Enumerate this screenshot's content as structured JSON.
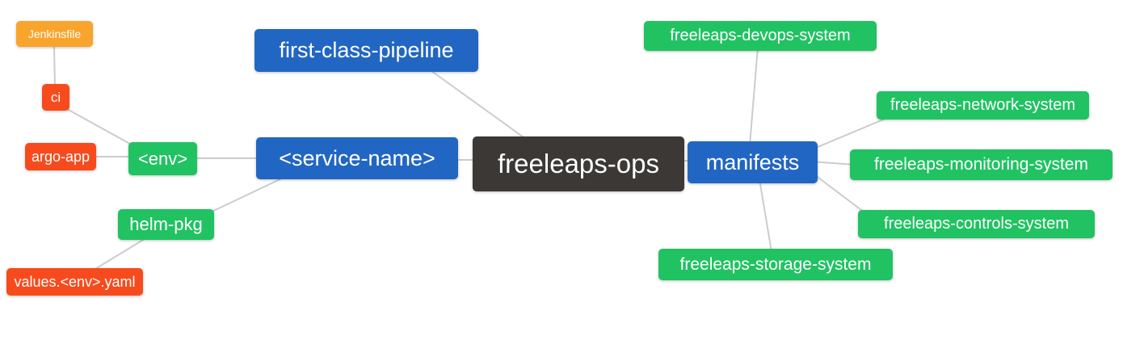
{
  "diagram": {
    "type": "mindmap",
    "root": "freeleaps-ops",
    "nodes": {
      "jenkinsfile": {
        "label": "Jenkinsfile",
        "color": "#f9a42c"
      },
      "ci": {
        "label": "ci",
        "color": "#f74b1d"
      },
      "argo_app": {
        "label": "argo-app",
        "color": "#f74b1d"
      },
      "env": {
        "label": "<env>",
        "color": "#21c262"
      },
      "helm_pkg": {
        "label": "helm-pkg",
        "color": "#21c262"
      },
      "values_env_yaml": {
        "label": "values.<env>.yaml",
        "color": "#f74b1d"
      },
      "first_class_pipeline": {
        "label": "first-class-pipeline",
        "color": "#2266c3"
      },
      "service_name": {
        "label": "<service-name>",
        "color": "#2266c3"
      },
      "freeleaps_ops": {
        "label": "freeleaps-ops",
        "color": "#3b3836"
      },
      "manifests": {
        "label": "manifests",
        "color": "#2266c3"
      },
      "devops_system": {
        "label": "freeleaps-devops-system",
        "color": "#21c262"
      },
      "network_system": {
        "label": "freeleaps-network-system",
        "color": "#21c262"
      },
      "monitoring_system": {
        "label": "freeleaps-monitoring-system",
        "color": "#21c262"
      },
      "controls_system": {
        "label": "freeleaps-controls-system",
        "color": "#21c262"
      },
      "storage_system": {
        "label": "freeleaps-storage-system",
        "color": "#21c262"
      }
    },
    "edges": [
      [
        "jenkinsfile",
        "ci"
      ],
      [
        "ci",
        "env"
      ],
      [
        "argo_app",
        "env"
      ],
      [
        "env",
        "service_name"
      ],
      [
        "helm_pkg",
        "service_name"
      ],
      [
        "values_env_yaml",
        "helm_pkg"
      ],
      [
        "first_class_pipeline",
        "freeleaps_ops"
      ],
      [
        "service_name",
        "freeleaps_ops"
      ],
      [
        "freeleaps_ops",
        "manifests"
      ],
      [
        "manifests",
        "devops_system"
      ],
      [
        "manifests",
        "network_system"
      ],
      [
        "manifests",
        "monitoring_system"
      ],
      [
        "manifests",
        "controls_system"
      ],
      [
        "manifests",
        "storage_system"
      ]
    ],
    "palette": {
      "blue": "#2266c3",
      "green": "#21c262",
      "orange_red": "#f74b1d",
      "amber": "#f9a42c",
      "dark": "#3b3836",
      "edge_line": "#cccccc",
      "text": "#ffffff",
      "background": "#ffffff"
    }
  }
}
